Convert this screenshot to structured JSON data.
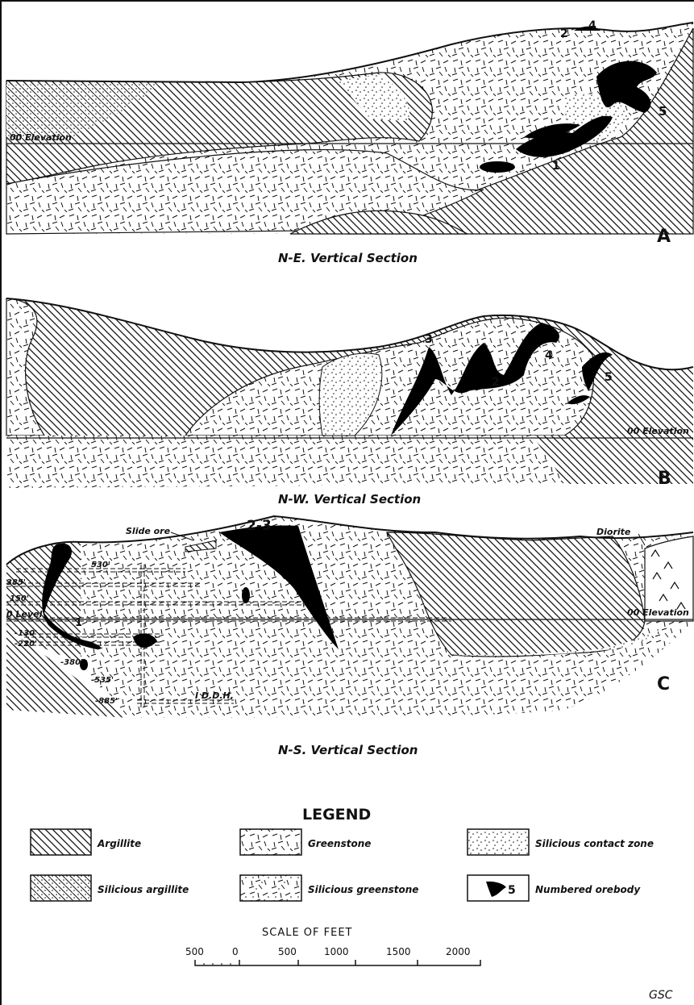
{
  "section_a": {
    "letter": "A",
    "title": "N-E. Vertical Section",
    "elevation_label": "00 Elevation",
    "orebodies": [
      "1",
      "2",
      "4",
      "5"
    ]
  },
  "section_b": {
    "letter": "B",
    "title": "N-W. Vertical Section",
    "elevation_label": "00 Elevation",
    "orebodies": [
      "2",
      "3",
      "4",
      "5"
    ]
  },
  "section_c": {
    "letter": "C",
    "title": "N-S. Vertical Section",
    "elevation_label": "00 Elevation",
    "orebody_main": "2-3",
    "orebody_1": "1",
    "slide_ore": "Slide ore",
    "diorite": "Diorite",
    "levels": [
      "530'",
      "385'",
      "150'",
      "0 Level",
      "-130'",
      "-220'",
      "-380'",
      "-535'",
      "-885'"
    ],
    "ddh": "I D.D.H."
  },
  "legend": {
    "title": "LEGEND",
    "items": [
      {
        "label": "Argillite",
        "pattern": "argillite"
      },
      {
        "label": "Greenstone",
        "pattern": "greenstone"
      },
      {
        "label": "Silicious contact zone",
        "pattern": "contact"
      },
      {
        "label": "Silicious argillite",
        "pattern": "sil-argillite"
      },
      {
        "label": "Silicious greenstone",
        "pattern": "sil-greenstone"
      },
      {
        "label": "Numbered orebody",
        "pattern": "orebody",
        "number": "5"
      }
    ]
  },
  "scale": {
    "title": "SCALE OF FEET",
    "ticks": [
      "500",
      "0",
      "500",
      "1000",
      "1500",
      "2000"
    ]
  },
  "credit": "GSC"
}
